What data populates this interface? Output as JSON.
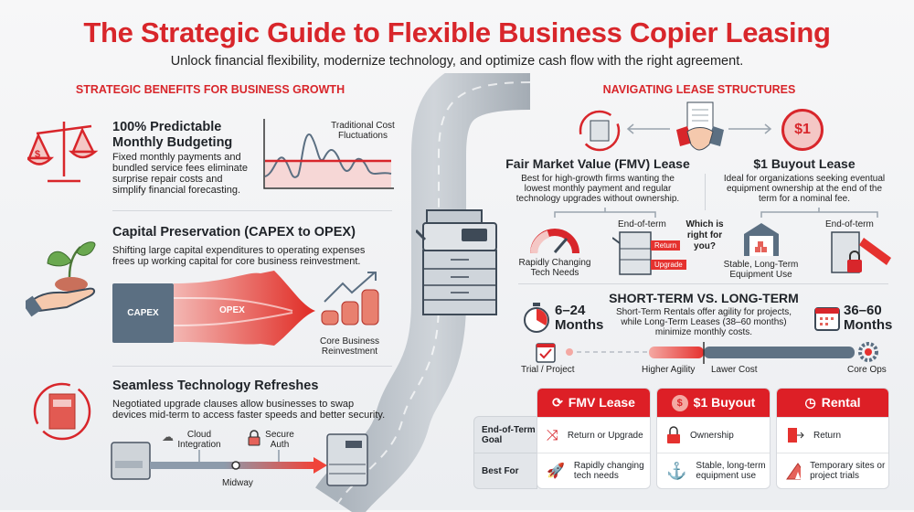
{
  "header": {
    "title": "The Strategic Guide to Flexible Business Copier Leasing",
    "subtitle": "Unlock financial flexibility, modernize technology, and optimize cash flow with the right agreement."
  },
  "colors": {
    "accent": "#d8262b",
    "slate": "#5b6f82"
  },
  "benefits": {
    "heading": "STRATEGIC BENEFITS FOR BUSINESS GROWTH",
    "budget": {
      "title": "100% Predictable Monthly Budgeting",
      "desc": "Fixed monthly payments and bundled service fees eliminate surprise repair costs and simplify financial forecasting.",
      "chart_label": "Traditional Cost Fluctuations"
    },
    "capital": {
      "title": "Capital Preservation (CAPEX to OPEX)",
      "desc": "Shifting large capital expenditures to operating expenses frees up working capital for core business reinvestment.",
      "capex": "CAPEX",
      "opex": "OPEX",
      "reinvest": "Core Business Reinvestment"
    },
    "refresh": {
      "title": "Seamless Technology Refreshes",
      "desc": "Negotiated upgrade clauses allow businesses to swap devices mid-term to access faster speeds and better security.",
      "cloud": "Cloud Integration",
      "secure": "Secure Auth",
      "midway": "Midway"
    }
  },
  "lease": {
    "heading": "NAVIGATING LEASE STRUCTURES",
    "fmv": {
      "title": "Fair Market Value (FMV) Lease",
      "desc": "Best for high-growth firms wanting the lowest monthly payment and regular technology upgrades without ownership.",
      "need": "Rapidly Changing Tech Needs",
      "end": "End-of-term",
      "tag1": "Return",
      "tag2": "Upgrade"
    },
    "question": "Which is right for you?",
    "buyout": {
      "coin": "$1",
      "title": "$1 Buyout Lease",
      "desc": "Ideal for organizations seeking eventual equipment ownership at the end of the term for a nominal fee.",
      "need": "Stable, Long-Term Equipment Use",
      "end": "End-of-term"
    }
  },
  "term": {
    "heading": "SHORT-TERM VS. LONG-TERM",
    "short": "6–24 Months",
    "long": "36–60 Months",
    "desc": "Short-Term Rentals offer agility for projects, while Long-Term Leases (38–60 months) minimize monthly costs.",
    "labels": [
      "Trial / Project",
      "Higher Agility",
      "Lawer Cost",
      "Core Ops"
    ]
  },
  "table": {
    "row_headers": [
      "End-of-Term Goal",
      "Best For"
    ],
    "columns": [
      {
        "name": "FMV Lease",
        "icon": "refresh-icon",
        "goal": "Return or Upgrade",
        "goal_icon": "split-arrow-icon",
        "best": "Rapidly changing tech needs",
        "best_icon": "rocket-icon"
      },
      {
        "name": "$1 Buyout",
        "icon": "dollar-coin-icon",
        "goal": "Ownership",
        "goal_icon": "lock-icon",
        "best": "Stable, long-term equipment use",
        "best_icon": "anchor-icon"
      },
      {
        "name": "Rental",
        "icon": "clock-icon",
        "goal": "Return",
        "goal_icon": "exit-door-icon",
        "best": "Temporary sites or project trials",
        "best_icon": "tent-icon"
      }
    ]
  }
}
